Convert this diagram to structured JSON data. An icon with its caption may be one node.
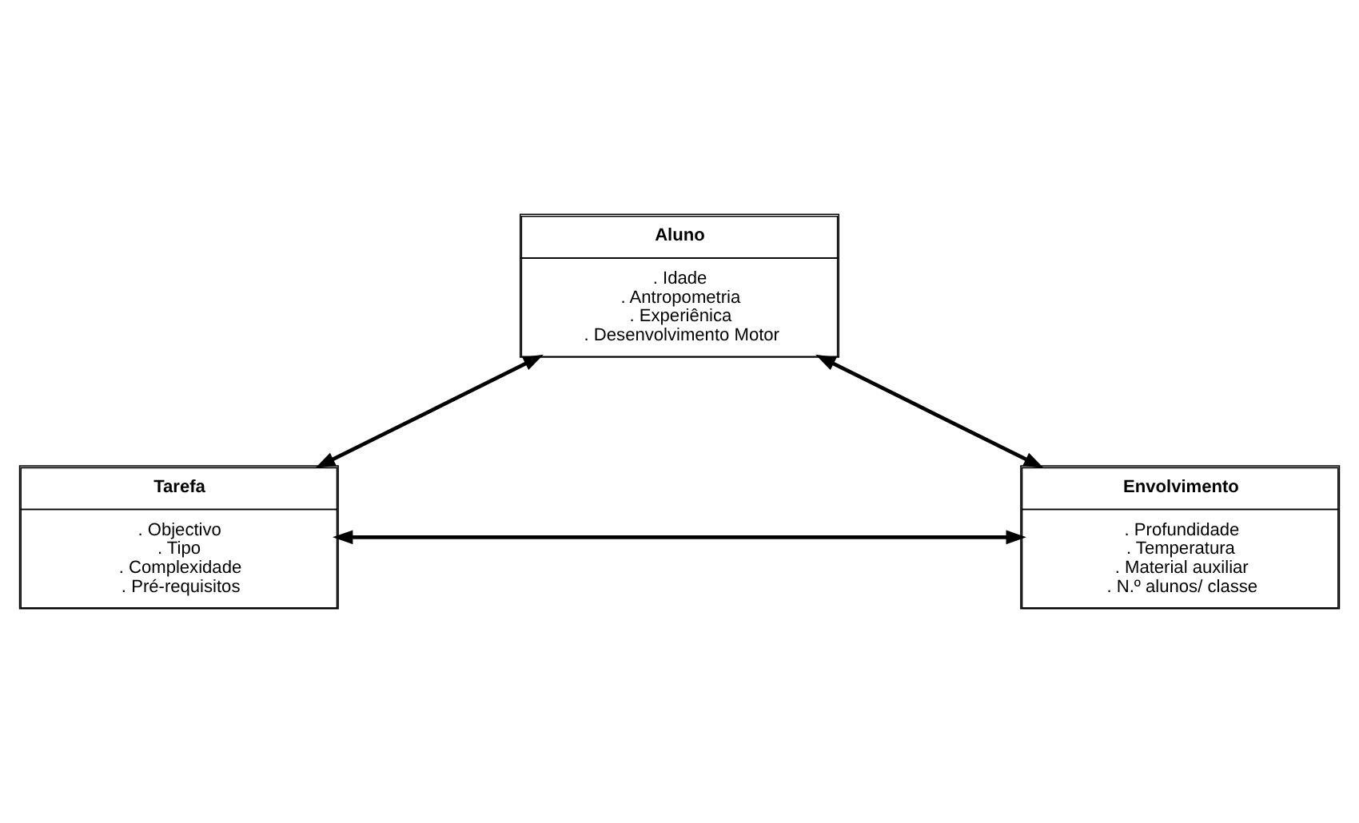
{
  "diagram": {
    "nodes": [
      {
        "text": [
          "Aluno",
          ". Idade",
          ". Antropometria",
          ". Experiênica",
          ". Desenvolvimento Motor"
        ]
      },
      {
        "text": [
          "Tarefa",
          ". Objectivo",
          ". Tipo",
          ". Complexidade",
          ". Pré-requisitos"
        ]
      },
      {
        "text": [
          "Envolvimento",
          ". Profundidade",
          ". Temperatura",
          ". Material auxiliar",
          ". N.º alunos/ classe"
        ]
      }
    ],
    "edges": [
      {
        "from": 0,
        "to": 1,
        "arrow": "both"
      },
      {
        "from": 0,
        "to": 2,
        "arrow": "both"
      },
      {
        "from": 1,
        "to": 2,
        "arrow": "both"
      }
    ]
  }
}
